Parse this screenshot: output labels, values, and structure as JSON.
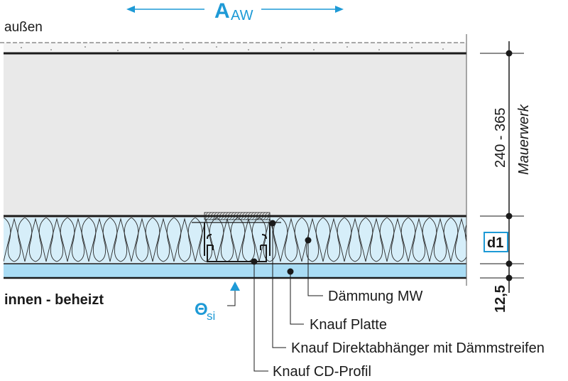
{
  "header": {
    "area_symbol": "A",
    "area_subscript": "AW",
    "outside_label": "außen"
  },
  "inside": {
    "label": "innen - beheizt",
    "temp_symbol": "Θ",
    "temp_subscript": "si"
  },
  "dimensions": {
    "masonry_range": "240 - 365",
    "masonry_name": "Mauerwerk",
    "insulation": "d1",
    "board": "12,5"
  },
  "callouts": [
    {
      "label": "Dämmung MW"
    },
    {
      "label": "Knauf Platte"
    },
    {
      "label": "Knauf Direktabhänger mit Dämmstreifen"
    },
    {
      "label": "Knauf CD-Profil"
    }
  ],
  "colors": {
    "accent": "#1e9ad6",
    "masonry": "#e9e9e9",
    "insulation": "#d6eef9",
    "board": "#a9dcf4",
    "lines": "#1a1a1a"
  }
}
